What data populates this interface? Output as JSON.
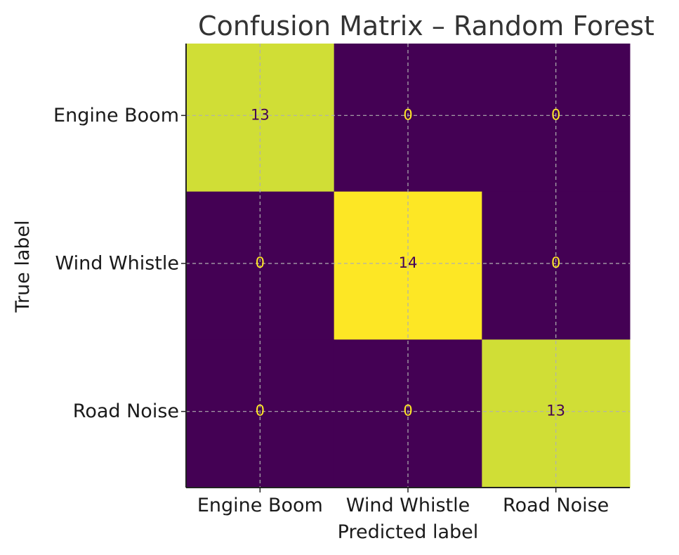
{
  "chart_data": {
    "type": "heatmap",
    "title": "Confusion Matrix – Random Forest",
    "xlabel": "Predicted label",
    "ylabel": "True label",
    "row_labels": [
      "Engine Boom",
      "Wind Whistle",
      "Road Noise"
    ],
    "col_labels": [
      "Engine Boom",
      "Wind Whistle",
      "Road Noise"
    ],
    "values": [
      [
        13,
        0,
        0
      ],
      [
        0,
        14,
        0
      ],
      [
        0,
        0,
        13
      ]
    ],
    "colormap": "viridis",
    "vmin": 0,
    "vmax": 14,
    "grid": true
  },
  "colors": {
    "low": "#440154",
    "high": "#fde725",
    "text_on_dark": "#fde725",
    "text_on_light": "#440154",
    "text": "#1a1a1a",
    "title": "#333333",
    "grid": "#b0b0b0",
    "axis": "#222222"
  }
}
